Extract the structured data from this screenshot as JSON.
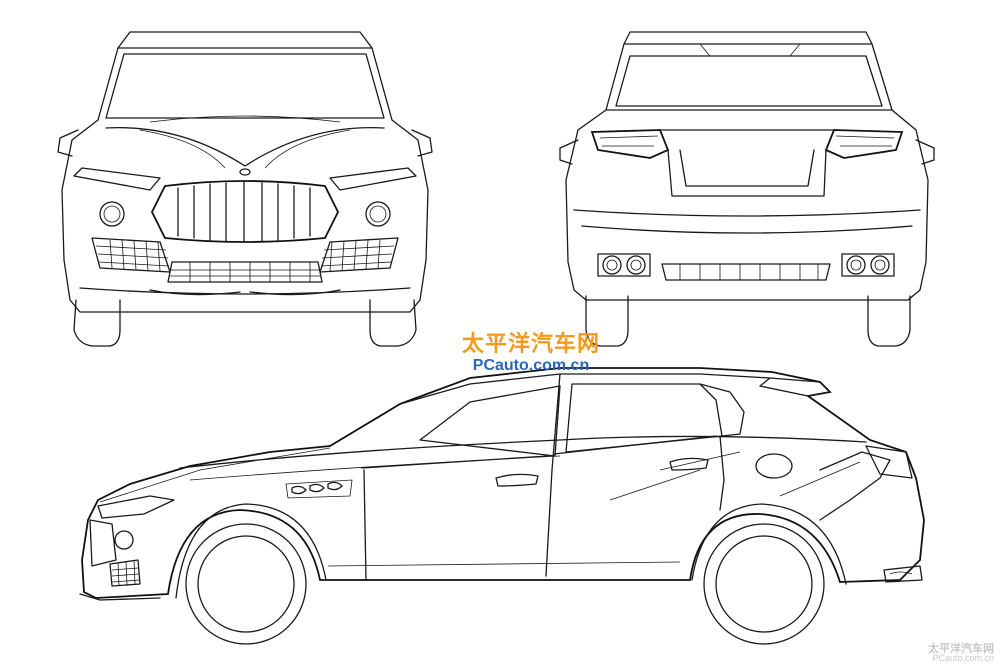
{
  "watermark": {
    "chinese": "太平洋汽车网",
    "english": "PCauto.com.cn"
  },
  "corner_watermark": {
    "chinese": "太平洋汽车网",
    "english": "PCauto.com.cn"
  },
  "views": [
    "front-view",
    "rear-view",
    "side-view"
  ]
}
